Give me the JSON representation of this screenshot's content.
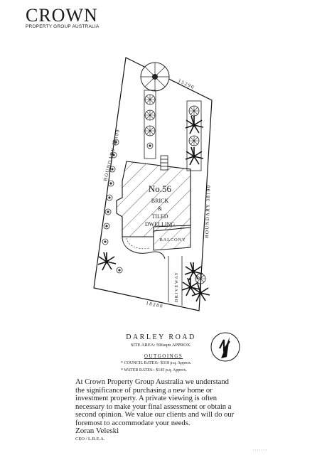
{
  "brand": {
    "name": "CROWN",
    "subtitle": "PROPERTY GROUP AUSTRALIA"
  },
  "plan": {
    "lot_number": "No.56",
    "dwelling_lines": [
      "BRICK",
      "&",
      "TILED",
      "DWELLING"
    ],
    "balcony": "BALCONY",
    "driveway": "DRIVEWAY",
    "boundary_left": "BOUNDARY 38100",
    "boundary_right": "BOUNDARY 38100",
    "dim_top": "15290",
    "dim_bottom": "18280"
  },
  "road": "DARLEY ROAD",
  "site_area": "SITE AREA: 596sqm APPROX.",
  "outgoings": {
    "heading": "OUTGOINGS",
    "council": "* COUNCIL RATES:- $318 p.q. Approx.",
    "water": "* WATER RATES:- $145 p.q. Approx."
  },
  "message": "At Crown Property Group Australia we understand the significance of purchasing a new home or investment property. A private viewing is often necessary to make your final assessment or obtain a second opinion. We value our clients and will do our foremost to accommodate your needs.",
  "signature": {
    "name": "Zoran Veleski",
    "title": "CEO / L.R.E.A."
  }
}
